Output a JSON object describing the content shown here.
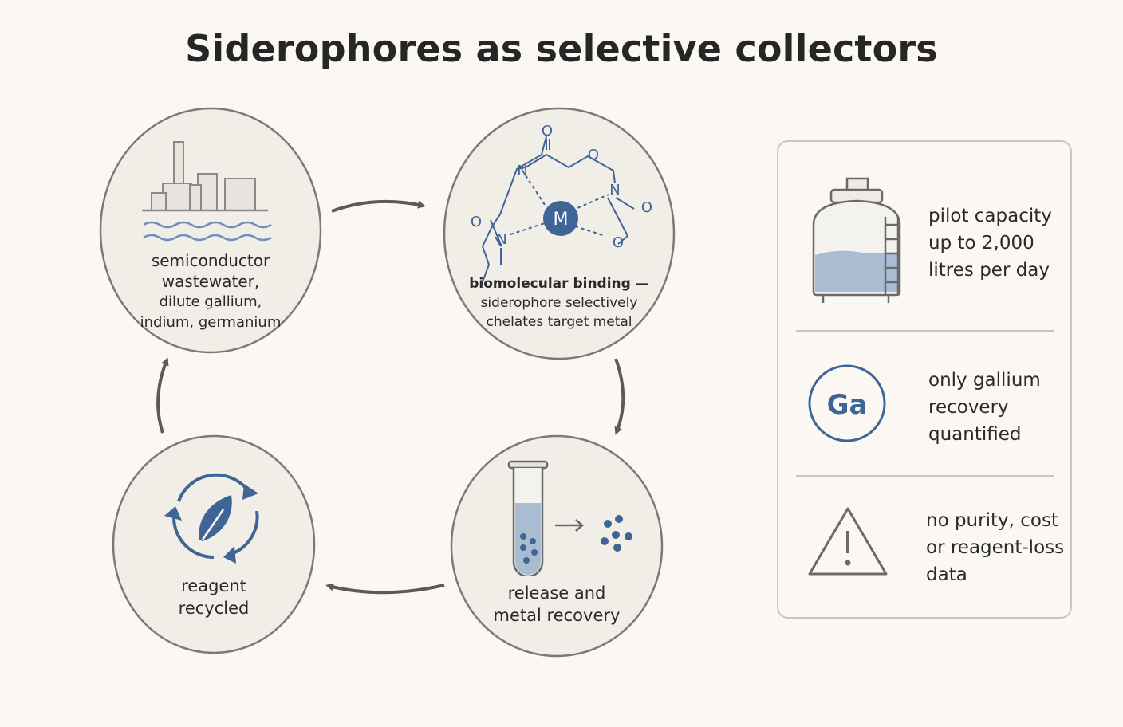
{
  "title": "Siderophores as selective collectors",
  "colors": {
    "accent": "#3f6596",
    "outline": "#7a7a7a",
    "arrow": "#5a5a5a",
    "liquid": "#a9bcd2"
  },
  "nodes": {
    "source": {
      "lines": [
        "semiconductor",
        "wastewater,",
        "dilute gallium,",
        "indium, germanium"
      ],
      "icon": "factory-water-icon"
    },
    "binding": {
      "bold": "biomolecular binding —",
      "lines": [
        "siderophore selectively",
        "chelates target metal"
      ],
      "icon": "siderophore-chelate-icon",
      "metal_label": "M",
      "atoms": [
        "O",
        "N",
        "O",
        "N",
        "O",
        "O",
        "O",
        "N"
      ]
    },
    "release": {
      "lines": [
        "release and",
        "metal recovery"
      ],
      "icon": "test-tube-icon"
    },
    "recycle": {
      "lines": [
        "reagent",
        "recycled"
      ],
      "icon": "recycle-leaf-icon"
    }
  },
  "panel": {
    "items": [
      {
        "icon": "tank-icon",
        "lines": [
          "pilot capacity",
          "up to 2,000",
          "litres per day"
        ]
      },
      {
        "icon": "gallium-badge-icon",
        "badge": "Ga",
        "lines": [
          "only gallium",
          "recovery",
          "quantified"
        ]
      },
      {
        "icon": "warning-icon",
        "lines": [
          "no purity, cost",
          "or reagent-loss",
          "data"
        ]
      }
    ]
  }
}
